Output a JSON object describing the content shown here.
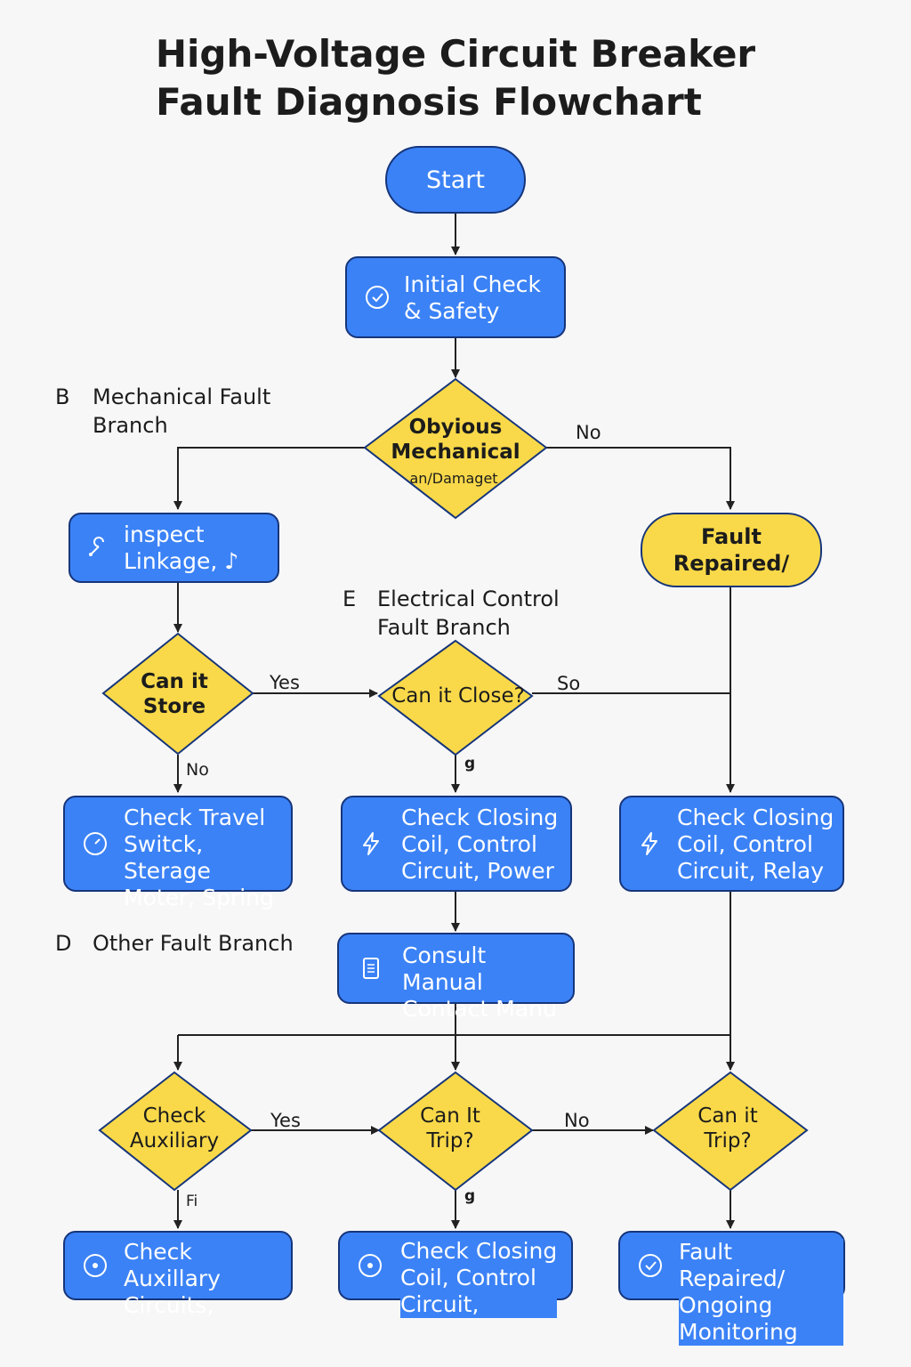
{
  "title": {
    "line1": "High-Voltage Circuit Breaker",
    "line2": "Fault Diagnosis Flowchart"
  },
  "colors": {
    "process_fill": "#3b82f6",
    "decision_fill": "#f9d949",
    "border": "#16357a",
    "connector": "#222222"
  },
  "branches": {
    "mechanical": {
      "letter": "B",
      "text": "Mechanical Fault\nBranch"
    },
    "electrical": {
      "letter": "E",
      "text": "Electrical Control\nFault Branch"
    },
    "other": {
      "letter": "D",
      "text": "Other Fault Branch"
    }
  },
  "nodes": {
    "start": "Start",
    "initial_check": {
      "text": "Initial Check\n& Safety",
      "icon": "check-circle-icon"
    },
    "obvious_mechanical": {
      "text": "Obyious\nMechanical",
      "sub": "an/Damaget"
    },
    "fault_repaired_top": "Fault\nRepaired/",
    "inspect_linkage": {
      "text": "inspect\nLinkage, ♪",
      "icon": "wrench-icon"
    },
    "can_store": "Can it\nStore",
    "can_close": "Can it Close?",
    "check_travel": {
      "text": "Check Travel\nSwitck, Sterage\nMoter, Spring",
      "icon": "gauge-icon"
    },
    "check_closing_power": {
      "text": "Check Closing\nCoil, Control\nCircuit, Power",
      "icon": "lightning-icon"
    },
    "check_closing_relay": {
      "text": "Check Closing\nCoil, Control\nCircuit, Relay",
      "icon": "lightning-icon"
    },
    "consult_manual": {
      "text": "Consult Manual\nContact Manu",
      "icon": "document-icon"
    },
    "check_auxiliary": "Check\nAuxiliary",
    "can_it_trip_mid": "Can It\nTrip?",
    "can_it_trip_right": "Can it\nTrip?",
    "check_aux_circuits": {
      "text": "Check Auxillary\nCircuits,",
      "icon": "dot-circle-icon"
    },
    "check_closing_bottom": {
      "text": "Check Closing\nCoil, Control\nCircuit,",
      "icon": "dot-circle-icon"
    },
    "fault_repaired_bottom": {
      "text": "Fault Repaired/\nOngoing\nMonitoring",
      "icon": "check-circle-icon"
    }
  },
  "edge_labels": {
    "no_top": "No",
    "yes_store": "Yes",
    "so_close": "So",
    "no_store": "No",
    "g_close": "g",
    "yes_aux": "Yes",
    "no_trip": "No",
    "fi_aux": "Fi",
    "g_trip": "g"
  }
}
